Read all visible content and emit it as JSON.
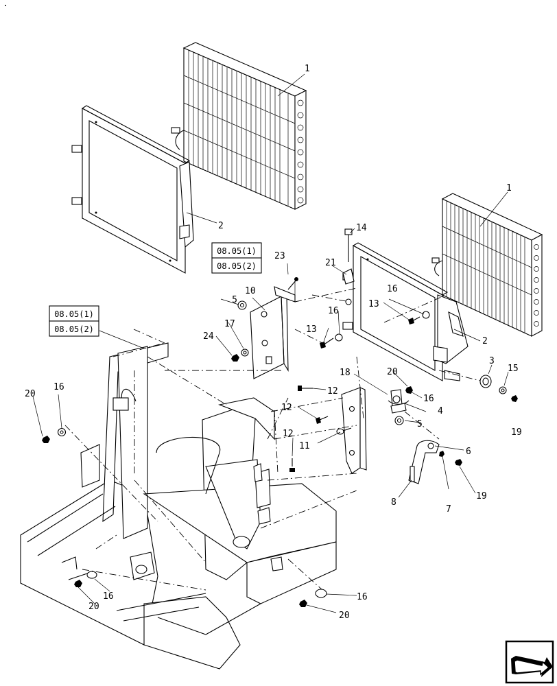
{
  "refs": {
    "box_a_top": "08.05(1)",
    "box_a_bottom": "08.05(2)",
    "box_b_top": "08.05(1)",
    "box_b_bottom": "08.05(2)"
  },
  "callouts": {
    "c1a": "1",
    "c1b": "1",
    "c2a": "2",
    "c2b": "2",
    "c3": "3",
    "c4": "4",
    "c5a": "5",
    "c5b": "5",
    "c6": "6",
    "c7": "7",
    "c8": "8",
    "c10": "10",
    "c11": "11",
    "c12a": "12",
    "c12b": "12",
    "c12c": "12",
    "c13a": "13",
    "c13b": "13",
    "c14": "14",
    "c15": "15",
    "c16a": "16",
    "c16b": "16",
    "c16c": "16",
    "c16d": "16",
    "c16e": "16",
    "c16f": "16",
    "c17": "17",
    "c18": "18",
    "c19a": "19",
    "c19b": "19",
    "c20a": "20",
    "c20b": "20",
    "c20c": "20",
    "c20d": "20",
    "c21": "21",
    "c23": "23",
    "c24": "24"
  },
  "icons": {
    "nav": "next-page-arrow-icon"
  }
}
